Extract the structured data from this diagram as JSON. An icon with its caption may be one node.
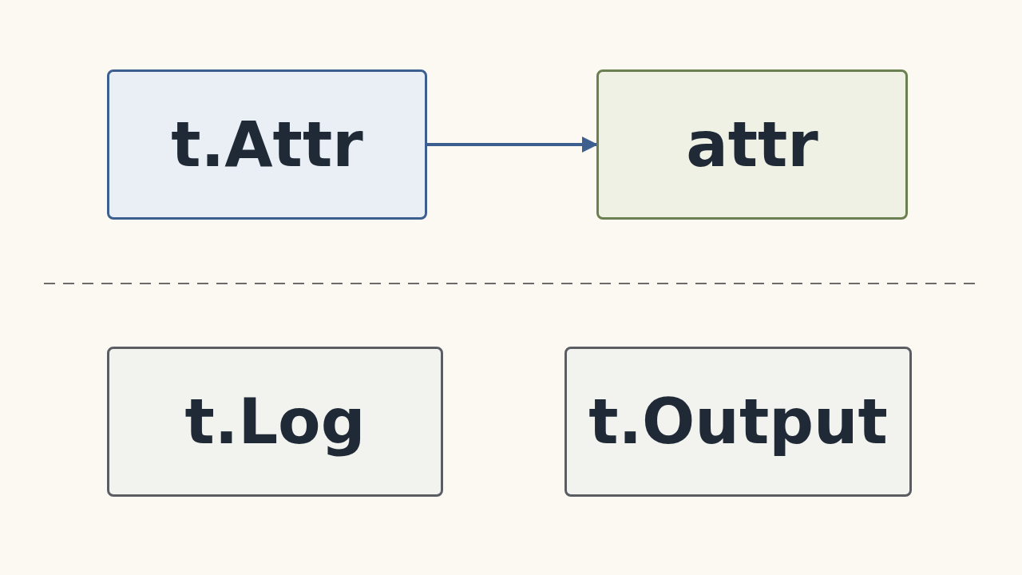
{
  "diagram": {
    "nodes": [
      {
        "text": [
          "t.Attr"
        ]
      },
      {
        "text": [
          "attr"
        ]
      },
      {
        "text": [
          "t.Log"
        ]
      },
      {
        "text": [
          "t.Output"
        ]
      }
    ],
    "edges": [
      {
        "from": 0,
        "to": 1,
        "arrow": "to"
      }
    ]
  }
}
